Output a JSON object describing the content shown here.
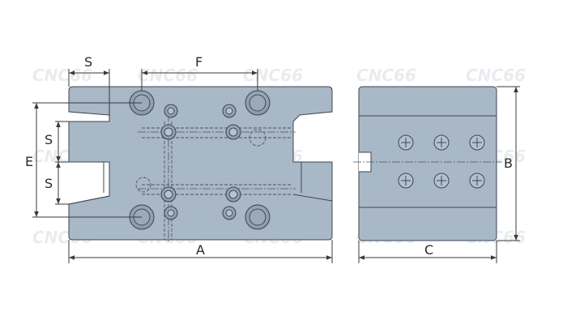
{
  "watermark": "CNC66",
  "dimensions": {
    "A": "A",
    "B": "B",
    "C": "C",
    "E": "E",
    "F": "F",
    "S_top": "S",
    "S_upper": "S",
    "S_lower": "S"
  },
  "colors": {
    "body": "#a9b8c7",
    "body_shade": "#95a5b5",
    "edge": "#3c4650",
    "hole": "#8e9eae",
    "dimension": "#3a3a3a",
    "background": "#ffffff"
  }
}
